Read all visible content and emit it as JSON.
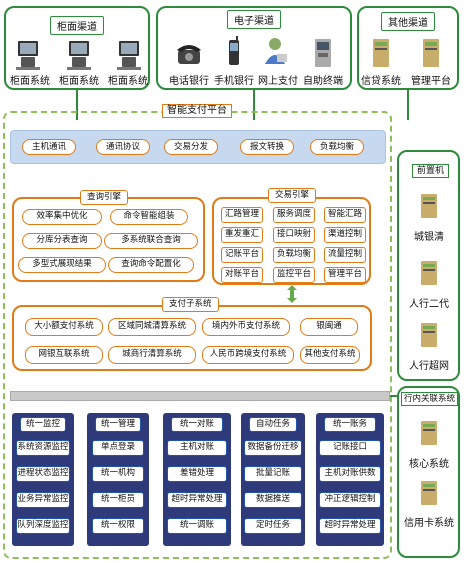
{
  "top_groups": {
    "counter": {
      "title": "柜面渠道",
      "items": [
        "柜面系统",
        "柜面系统",
        "柜面系统"
      ]
    },
    "electronic": {
      "title": "电子渠道",
      "items": [
        "电话银行",
        "手机银行",
        "网上支付",
        "自助终端"
      ]
    },
    "other": {
      "title": "其他渠道",
      "items": [
        "信贷系统",
        "管理平台"
      ]
    }
  },
  "platform": {
    "title": "智能支付平台",
    "bar_items": [
      "主机通讯",
      "通讯协议",
      "交易分发",
      "报文转换",
      "负载均衡"
    ]
  },
  "query_engine": {
    "title": "查询引擎",
    "items": [
      "效率集中优化",
      "命令智能组装",
      "分库分表查询",
      "多系统联合查询",
      "多型式展现结果",
      "查询命令配置化"
    ]
  },
  "txn_engine": {
    "title": "交易引擎",
    "items": [
      "汇路管理",
      "服务调度",
      "智能汇路",
      "重发重汇",
      "接口映射",
      "渠道控制",
      "记账平台",
      "负载均衡",
      "流量控制",
      "对账平台",
      "监控平台",
      "管理平台"
    ]
  },
  "pay_subsystem": {
    "title": "支付子系统",
    "row1": [
      "大小额支付系统",
      "区域同城清算系统",
      "境内外币支付系统",
      "银闽通"
    ],
    "row2": [
      "网银互联系统",
      "城商行清算系统",
      "人民币跨境支付系统",
      "其他支付系统"
    ]
  },
  "bottom_groups": [
    {
      "title": "统一监控",
      "items": [
        "系统资源监控",
        "进程状态监控",
        "业务异常监控",
        "队列深度监控"
      ]
    },
    {
      "title": "统一管理",
      "items": [
        "单点登录",
        "统一机构",
        "统一柜员",
        "统一权限"
      ]
    },
    {
      "title": "统一对账",
      "items": [
        "主机对账",
        "差错处理",
        "超时异常处理",
        "统一调账"
      ]
    },
    {
      "title": "自动任务",
      "items": [
        "数据备份迁移",
        "批量记账",
        "数据推送",
        "定时任务"
      ]
    },
    {
      "title": "统一账务",
      "items": [
        "记账接口",
        "主机对账供数",
        "冲正逻辑控制",
        "超时异常处理"
      ]
    }
  ],
  "front_machine": {
    "title": "前置机",
    "items": [
      "城银清",
      "人行二代",
      "人行超网"
    ]
  },
  "bank_systems": {
    "title": "行内关联系统",
    "items": [
      "核心系统",
      "信用卡系统"
    ]
  }
}
